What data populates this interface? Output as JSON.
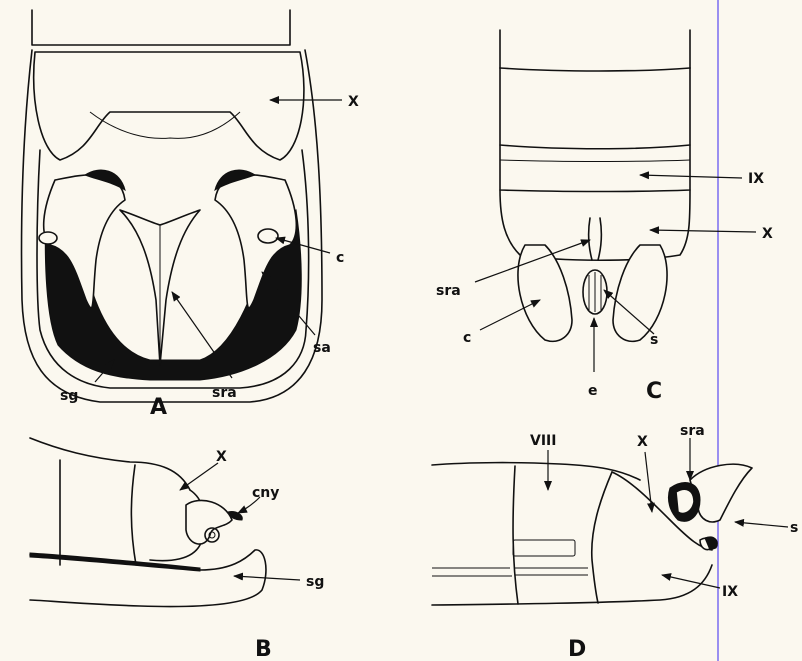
{
  "colors": {
    "paper": "#fbf8ef",
    "ink": "#111111",
    "margin_line": "#7b6cf0"
  },
  "panels": {
    "A": {
      "letter": "A",
      "labels": {
        "x": "X",
        "c": "c",
        "sa": "sa",
        "sg": "sg",
        "sra": "sra"
      }
    },
    "B": {
      "letter": "B",
      "labels": {
        "x": "X",
        "cny": "cny",
        "sg": "sg"
      }
    },
    "C": {
      "letter": "C",
      "labels": {
        "ix": "IX",
        "x": "X",
        "sra": "sra",
        "c": "c",
        "s": "s",
        "e": "e"
      }
    },
    "D": {
      "letter": "D",
      "labels": {
        "viii": "VIII",
        "x": "X",
        "sra": "sra",
        "s": "s",
        "ix": "IX"
      }
    }
  }
}
